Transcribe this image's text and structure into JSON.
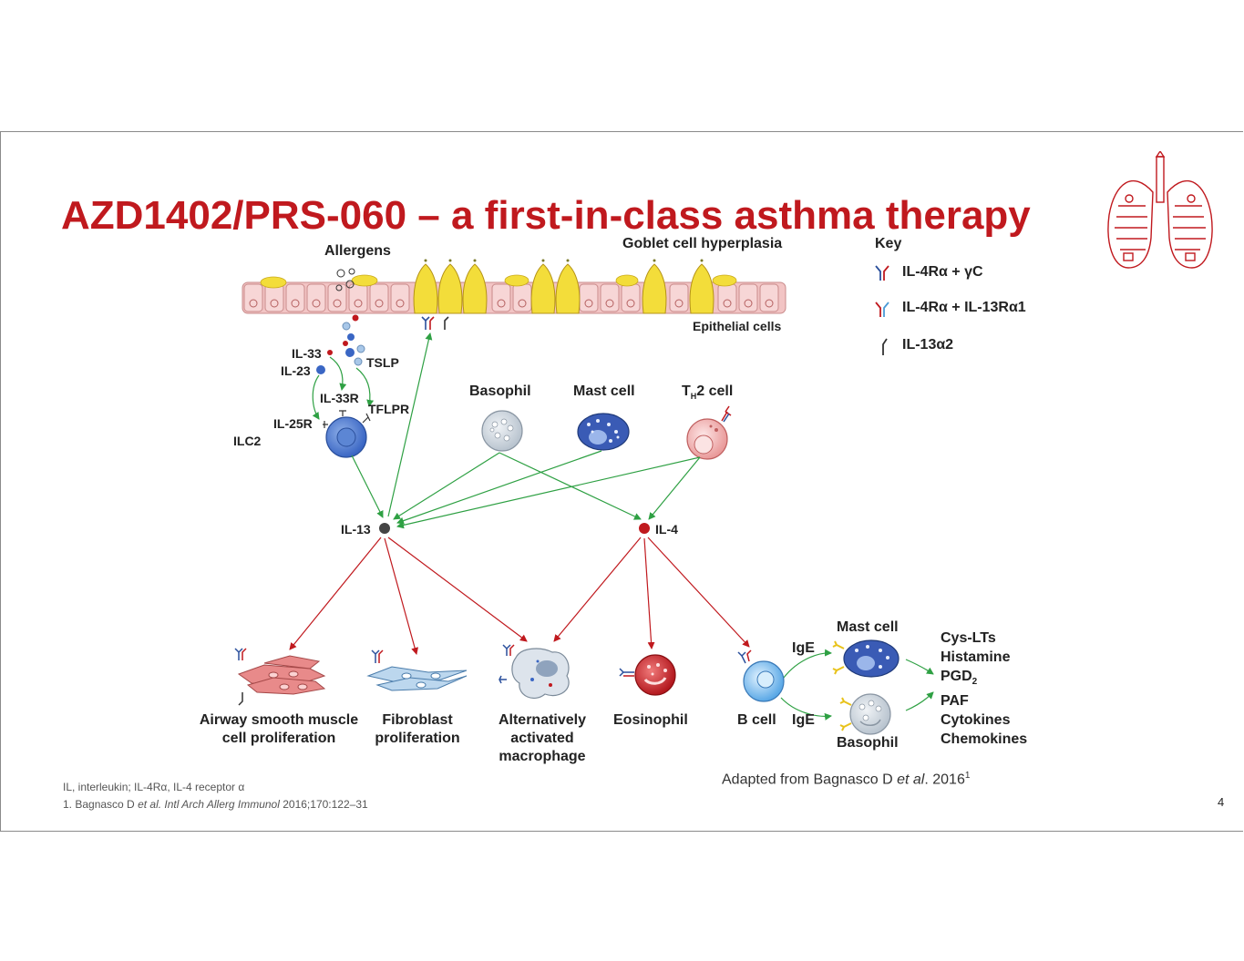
{
  "title": "AZD1402/PRS-060 – a first-in-class asthma therapy",
  "labels": {
    "allergens": "Allergens",
    "goblet": "Goblet cell hyperplasia",
    "epithelial": "Epithelial cells",
    "il33": "IL-33",
    "il23": "IL-23",
    "tslp": "TSLP",
    "il33r": "IL-33R",
    "tflpr": "TFLPR",
    "il25r": "IL-25R",
    "ilc2": "ILC2",
    "basophil": "Basophil",
    "mastcell": "Mast cell",
    "th2_main": "T",
    "th2_sub": "H",
    "th2_rest": "2 cell",
    "il13": "IL-13",
    "il4": "IL-4",
    "asm1": "Airway smooth muscle",
    "asm2": "cell proliferation",
    "fib1": "Fibroblast",
    "fib2": "proliferation",
    "mac1": "Alternatively",
    "mac2": "activated",
    "mac3": "macrophage",
    "eosinophil": "Eosinophil",
    "bcell": "B cell",
    "ige_top": "IgE",
    "ige_bottom": "IgE",
    "mast2": "Mast cell",
    "basophil2": "Basophil",
    "mediators": [
      "Cys-LTs",
      "Histamine",
      "PGD",
      "PAF",
      "Cytokines",
      "Chemokines"
    ],
    "pgd_sub": "2"
  },
  "key": {
    "title": "Key",
    "items": [
      "IL-4Rα + γC",
      "IL-4Rα + IL-13Rα1",
      "IL-13α2"
    ]
  },
  "source": {
    "prefix": "Adapted from Bagnasco D ",
    "etal": "et al",
    "suffix": ". 2016",
    "sup": "1"
  },
  "footnotes": {
    "abbrev": "IL, interleukin; IL-4Rα, IL-4 receptor α",
    "ref_prefix": "1. Bagnasco D ",
    "ref_etal": "et al.",
    "ref_journal": " Intl Arch Allerg Immunol",
    "ref_suffix": " 2016;170:122–31"
  },
  "page_number": "4",
  "colors": {
    "title": "#c0191e",
    "green_arrow": "#2ea043",
    "red_arrow": "#c0191e",
    "epithelium": "#f2c4c4",
    "goblet": "#f3dd3a"
  }
}
